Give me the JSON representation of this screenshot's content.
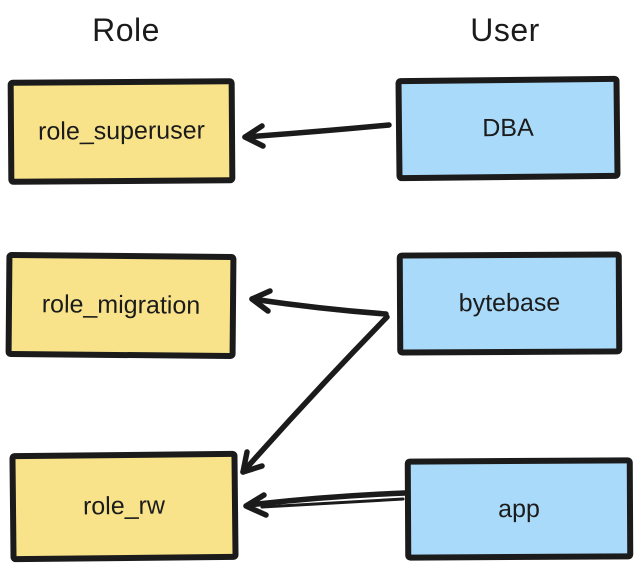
{
  "diagram": {
    "columns": [
      {
        "id": "role",
        "title": "Role"
      },
      {
        "id": "user",
        "title": "User"
      }
    ],
    "nodes": [
      {
        "id": "role_superuser",
        "label": "role_superuser",
        "type": "role"
      },
      {
        "id": "role_migration",
        "label": "role_migration",
        "type": "role"
      },
      {
        "id": "role_rw",
        "label": "role_rw",
        "type": "role"
      },
      {
        "id": "DBA",
        "label": "DBA",
        "type": "user"
      },
      {
        "id": "bytebase",
        "label": "bytebase",
        "type": "user"
      },
      {
        "id": "app",
        "label": "app",
        "type": "user"
      }
    ],
    "edges": [
      {
        "from": "DBA",
        "to": "role_superuser"
      },
      {
        "from": "bytebase",
        "to": "role_migration"
      },
      {
        "from": "bytebase",
        "to": "role_rw"
      },
      {
        "from": "app",
        "to": "role_rw"
      }
    ],
    "colors": {
      "role_fill": "#f8e38b",
      "user_fill": "#aadaf9",
      "ink": "#1b1b1b",
      "background": "#ffffff"
    }
  }
}
